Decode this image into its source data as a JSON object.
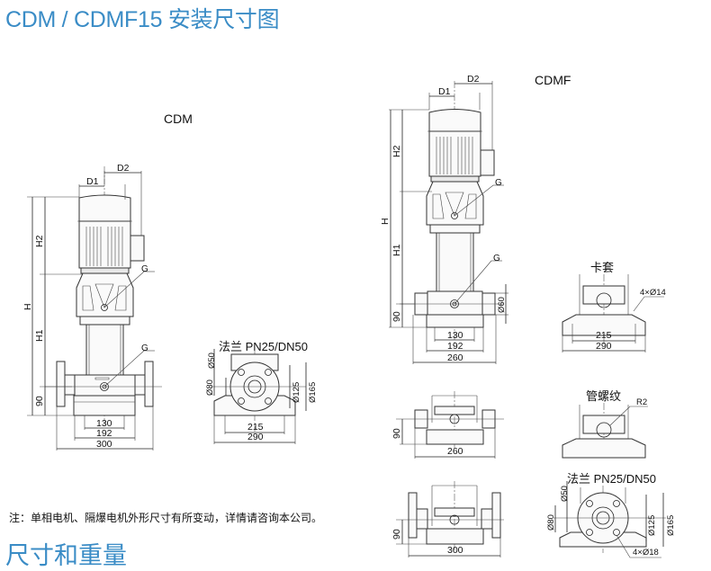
{
  "title": "CDM / CDMF15 安装尺寸图",
  "section_title": "尺寸和重量",
  "note": "注：单相电机、隔爆电机外形尺寸有所变动，详情请咨询本公司。",
  "colors": {
    "accent": "#3a8cc6",
    "line": "#222222"
  },
  "cdm": {
    "label": "CDM",
    "dims": {
      "D1": "D1",
      "D2": "D2",
      "H": "H",
      "H1": "H1",
      "H2": "H2",
      "base_h": "90",
      "w1": "130",
      "w2": "192",
      "w3": "300",
      "G1": "G",
      "G2": "G"
    },
    "flange": {
      "label": "法兰 PN25/DN50",
      "d50": "Ø50",
      "d80": "Ø80",
      "d125": "Ø125",
      "d165": "Ø165",
      "w215": "215",
      "w290": "290"
    }
  },
  "cdmf": {
    "label": "CDMF",
    "dims": {
      "D1": "D1",
      "D2": "D2",
      "H": "H",
      "H1": "H1",
      "H2": "H2",
      "base_h": "90",
      "w1": "130",
      "w2": "192",
      "w3": "260",
      "d60": "Ø60",
      "G1": "G",
      "G2": "G"
    },
    "sleeve": {
      "label": "卡套",
      "holes": "4×Ø14",
      "w215": "215",
      "w290": "290"
    },
    "thread_view": {
      "base_h": "90",
      "width": "260"
    },
    "thread": {
      "label": "管螺纹",
      "r": "R2"
    },
    "flange_view": {
      "base_h": "90",
      "width": "300"
    },
    "flange": {
      "label": "法兰 PN25/DN50",
      "d50": "Ø50",
      "d80": "Ø80",
      "d125": "Ø125",
      "d165": "Ø165",
      "holes": "4×Ø18"
    }
  }
}
